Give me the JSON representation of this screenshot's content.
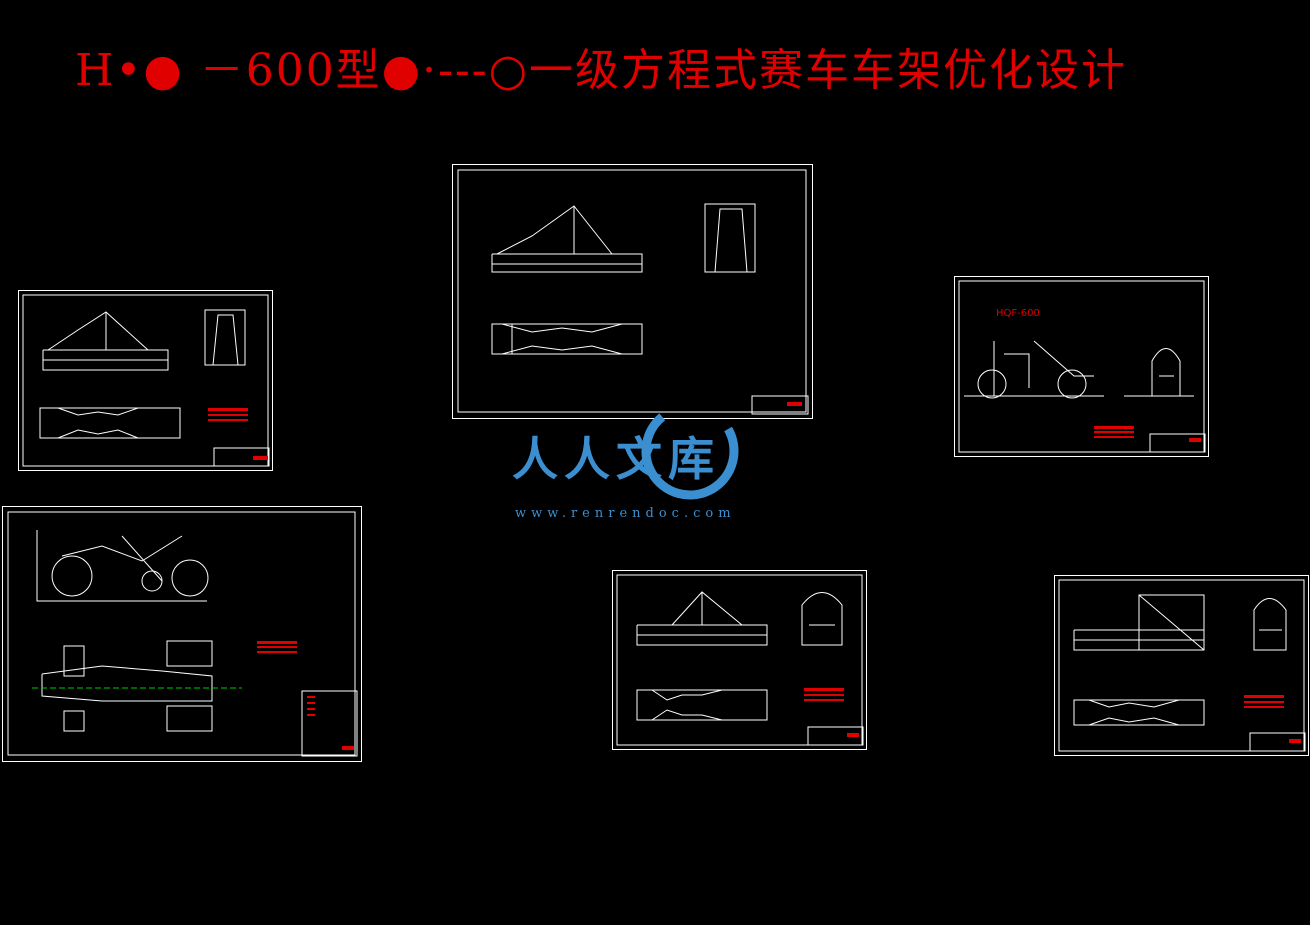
{
  "title": "H•● －600型●·---○一级方程式赛车车架优化设计",
  "sheets": [
    {
      "id": "sheet-1",
      "label": ""
    },
    {
      "id": "sheet-2",
      "label": ""
    },
    {
      "id": "sheet-3",
      "label": "HQF-600"
    },
    {
      "id": "sheet-4",
      "label": ""
    },
    {
      "id": "sheet-5",
      "label": ""
    },
    {
      "id": "sheet-6",
      "label": ""
    }
  ],
  "watermark": {
    "text": "人人文库",
    "url": "www.renrendoc.com"
  },
  "colors": {
    "background": "#000000",
    "lines": "#ffffff",
    "accent": "#e00000",
    "watermark": "#3b8fd0"
  }
}
